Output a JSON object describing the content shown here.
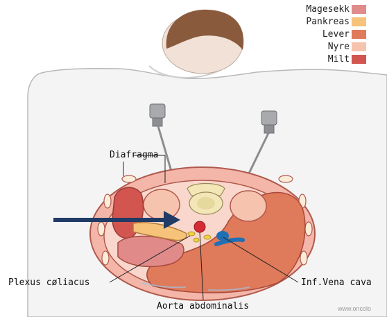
{
  "legend": {
    "items": [
      {
        "label": "Magesekk",
        "color": "#e08a8a"
      },
      {
        "label": "Pankreas",
        "color": "#f7c27a"
      },
      {
        "label": "Lever",
        "color": "#df7a5a"
      },
      {
        "label": "Nyre",
        "color": "#f6c4ae"
      },
      {
        "label": "Milt",
        "color": "#d2554f"
      }
    ]
  },
  "labels": {
    "diafragma": "Diafragma",
    "plexus": "Plexus cøliacus",
    "aorta": "Aorta abdominalis",
    "vena_cava": "Inf.Vena cava"
  },
  "watermark": "www.oncolo",
  "colors": {
    "skin": "#f2f2f2",
    "hair": "#8a5a3c",
    "diaphragm_band": "#f3b6a9",
    "spine": "#f3e7b8",
    "arrow": "#1f3b66",
    "aorta": "#d42b35",
    "vena_cava": "#1f6fb4"
  },
  "icons": [
    "needle-icon",
    "arrow-icon"
  ]
}
